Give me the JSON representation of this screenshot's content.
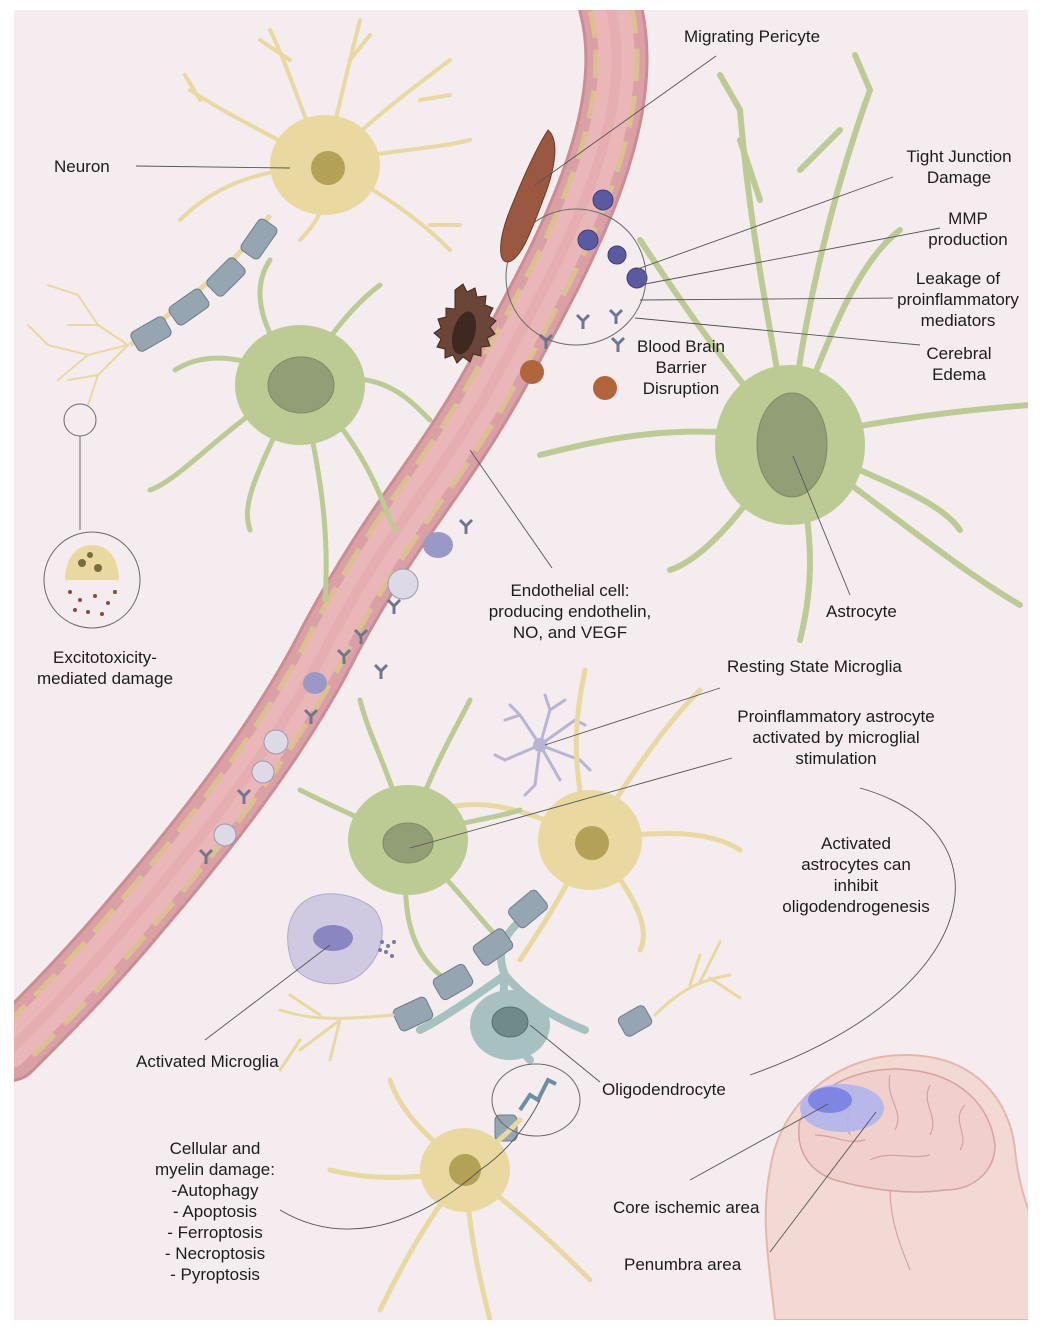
{
  "labels": {
    "migrating_pericyte": "Migrating Pericyte",
    "neuron": "Neuron",
    "tight_junction": [
      "Tight Junction",
      "Damage"
    ],
    "mmp": [
      "MMP",
      "production"
    ],
    "leakage": [
      "Leakage of",
      "proinflammatory",
      "mediators"
    ],
    "bbb": [
      "Blood Brain",
      "Barrier",
      "Disruption"
    ],
    "cerebral_edema": [
      "Cerebral",
      "Edema"
    ],
    "excitotoxicity": [
      "Excitotoxicity-",
      "mediated damage"
    ],
    "endothelial": [
      "Endothelial cell:",
      "producing endothelin,",
      "NO, and VEGF"
    ],
    "astrocyte": "Astrocyte",
    "resting_microglia": "Resting State Microglia",
    "proinflammatory_astrocyte": [
      "Proinflammatory astrocyte",
      "activated by microglial",
      "stimulation"
    ],
    "activated_astrocytes": [
      "Activated",
      "astrocytes can",
      "inhibit",
      "oligodendrogenesis"
    ],
    "activated_microglia": "Activated Microglia",
    "oligodendrocyte": "Oligodendrocyte",
    "cellular_damage": [
      "Cellular and",
      "myelin damage:",
      "-Autophagy",
      "- Apoptosis",
      "- Ferroptosis",
      "- Necroptosis",
      "- Pyroptosis"
    ],
    "core_ischemic": "Core ischemic area",
    "penumbra": "Penumbra area"
  },
  "colors": {
    "background": "#f4ecee",
    "vessel_wall": "#dba0a5",
    "vessel_lumen": "#ebb6ba",
    "endothelium": "#dcc190",
    "neuron": "#e9d8a0",
    "neuron_nucleus": "#b3a156",
    "astrocyte": "#bccb94",
    "astrocyte_nucleus": "#929f76",
    "myelin": "#95a5b1",
    "oligodendrocyte": "#a7c1c1",
    "microglia": "#cfc9e2",
    "pericyte": "#9a5840",
    "leader_line": "#555555"
  }
}
